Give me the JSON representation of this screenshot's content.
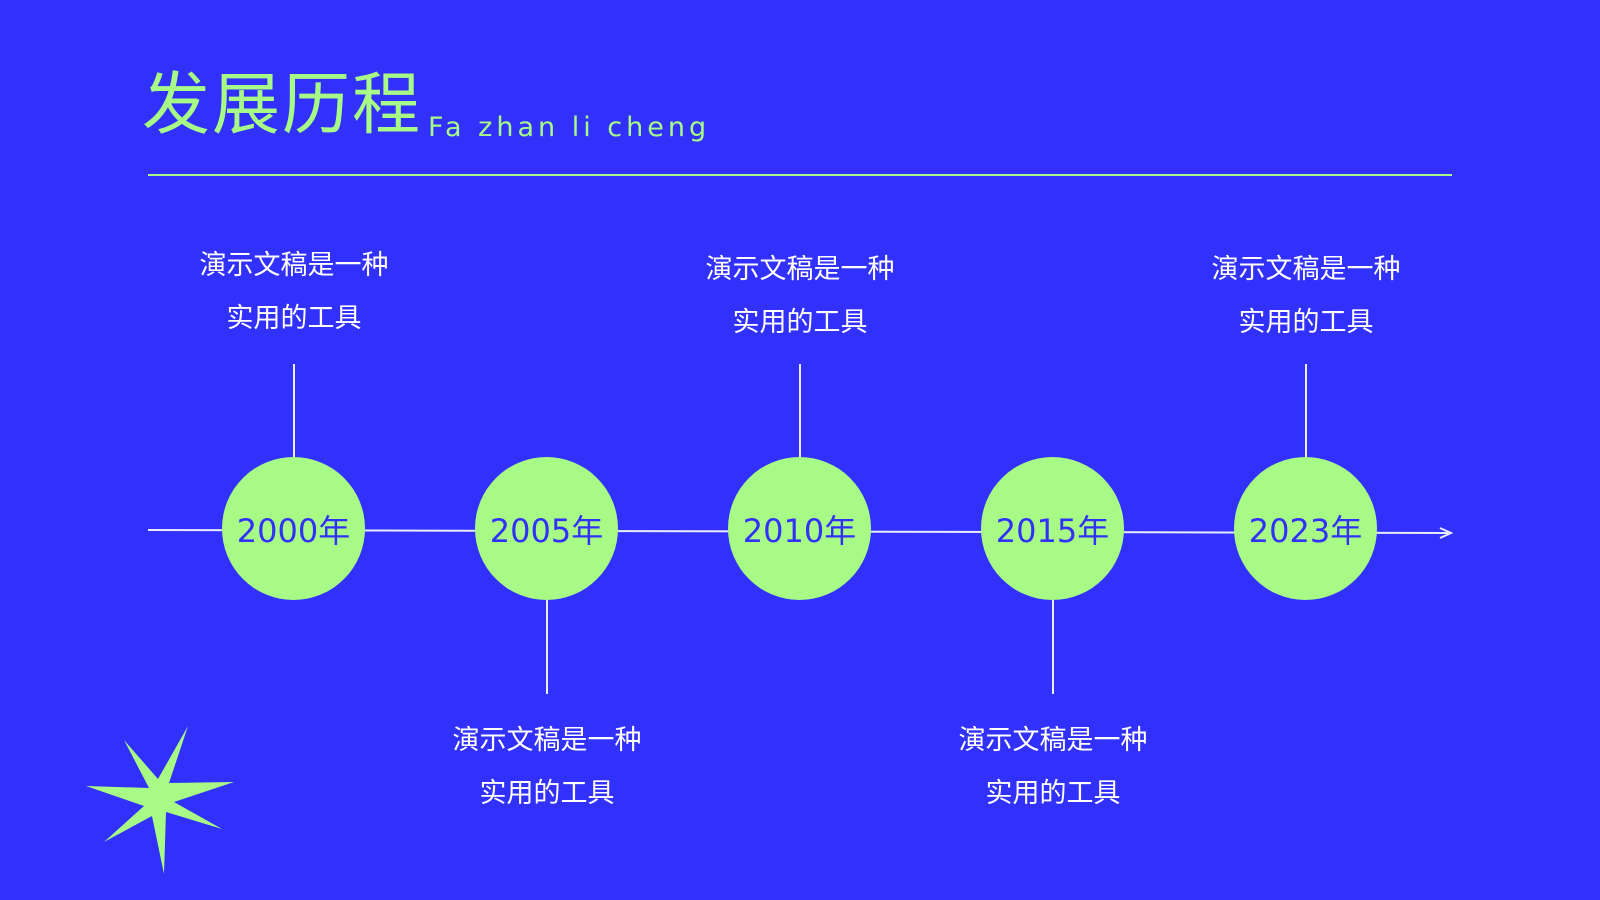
{
  "header": {
    "title": "发展历程",
    "subtitle": "Fa zhan li cheng"
  },
  "timeline": [
    {
      "year": "2000年",
      "caption_line1": "演示文稿是一种",
      "caption_line2": "实用的工具"
    },
    {
      "year": "2005年",
      "caption_line1": "演示文稿是一种",
      "caption_line2": "实用的工具"
    },
    {
      "year": "2010年",
      "caption_line1": "演示文稿是一种",
      "caption_line2": "实用的工具"
    },
    {
      "year": "2015年",
      "caption_line1": "演示文稿是一种",
      "caption_line2": "实用的工具"
    },
    {
      "year": "2023年",
      "caption_line1": "演示文稿是一种",
      "caption_line2": "实用的工具"
    }
  ],
  "colors": {
    "background": "#3131fb",
    "accent": "#a7fa86",
    "line": "#e8ecff",
    "caption_text": "#ffffff"
  },
  "decorations": {
    "star_icon": "eight-point-star-icon"
  }
}
